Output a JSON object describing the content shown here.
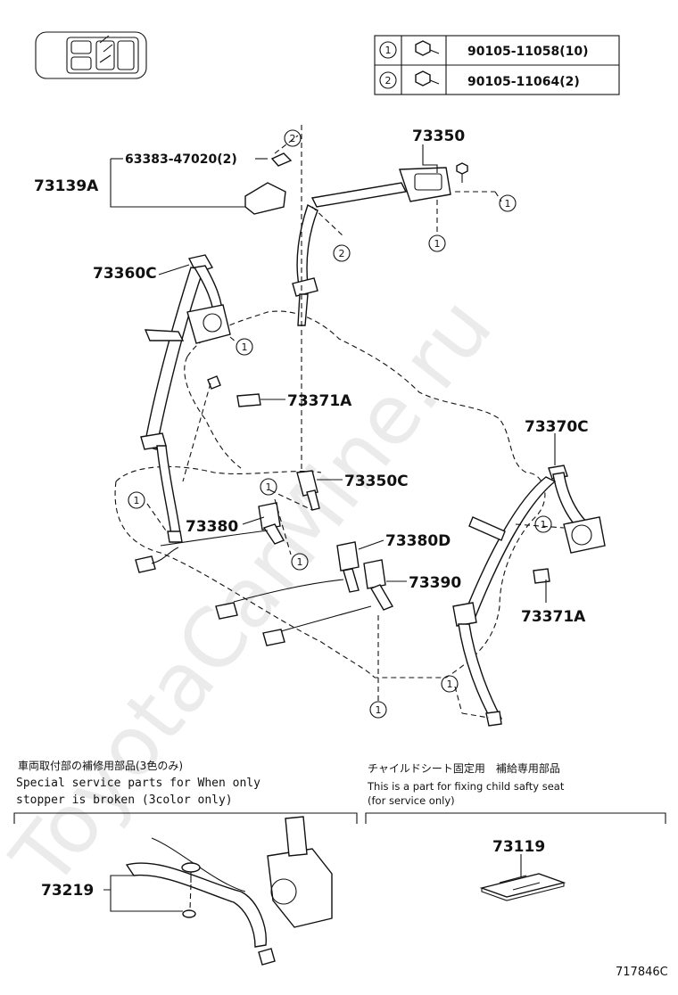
{
  "fastener_table": {
    "rows": [
      {
        "circle": "1",
        "icon": "bolt-icon",
        "part": "90105-11058(10)"
      },
      {
        "circle": "2",
        "icon": "bolt-icon",
        "part": "90105-11064(2)"
      }
    ]
  },
  "callouts": {
    "c73350": "73350",
    "c63383": "63383-47020(2)",
    "c73139a": "73139A",
    "c73360c": "73360C",
    "c73371a_left": "73371A",
    "c73370c": "73370C",
    "c73350c": "73350C",
    "c73380": "73380",
    "c73380d": "73380D",
    "c73390": "73390",
    "c73371a_right": "73371A",
    "c73219": "73219",
    "c73119": "73119"
  },
  "circle_markers": {
    "one": "1",
    "two": "2"
  },
  "notes": {
    "left_jp": "車両取付部の補修用部品(3色のみ)",
    "left_en_1": "Special  service  parts  for  When  only",
    "left_en_2": "stopper  is  broken  (3color  only)",
    "right_jp": "チャイルドシート固定用　補給専用部品",
    "right_en_1": "This is a part for fixing child safty seat",
    "right_en_2": "(for service only)"
  },
  "watermark": "ToyotaCarMine.ru",
  "illustration_id": "717846C"
}
